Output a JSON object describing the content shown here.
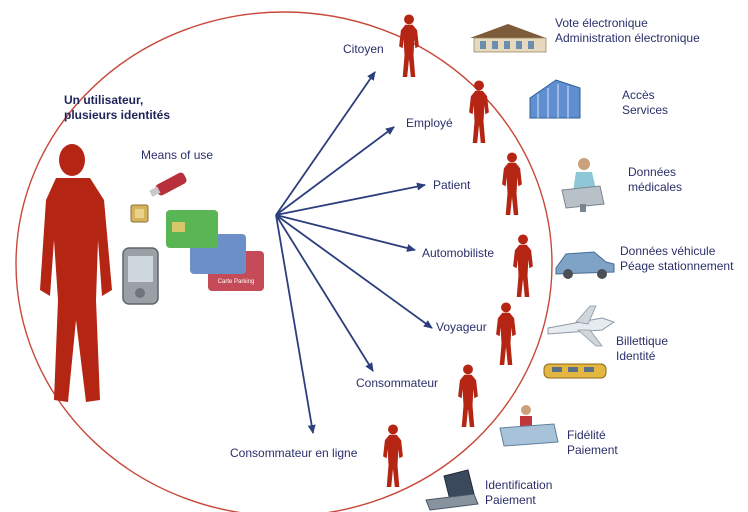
{
  "title": {
    "line1": "Un utilisateur,",
    "line2": "plusieurs identités"
  },
  "means_label": "Means of use",
  "roles": [
    {
      "name": "Citoyen"
    },
    {
      "name": "Employé"
    },
    {
      "name": "Patient"
    },
    {
      "name": "Automobiliste"
    },
    {
      "name": "Voyageur"
    },
    {
      "name": "Consommateur"
    },
    {
      "name": "Consommateur en ligne"
    }
  ],
  "services": [
    {
      "line1": "Vote électronique",
      "line2": "Administration électronique",
      "icon": "town-hall-icon"
    },
    {
      "line1": "Accès",
      "line2": "Services",
      "icon": "office-building-icon"
    },
    {
      "line1": "Données",
      "line2": "médicales",
      "icon": "medical-chair-icon"
    },
    {
      "line1": "Données véhicule",
      "line2": "Péage stationnement",
      "icon": "car-icon"
    },
    {
      "line1": "Billettique",
      "line2": "Identité",
      "icon": "airplane-train-icon"
    },
    {
      "line1": "Fidélité",
      "line2": "Paiement",
      "icon": "shopping-counter-icon"
    },
    {
      "line1": "Identification",
      "line2": "Paiement",
      "icon": "laptop-icon"
    }
  ],
  "card_texts": {
    "card_red": "Carte Parking"
  },
  "colors": {
    "person": "#b52514",
    "arrow": "#2c3f7d",
    "circle": "#c8483a",
    "text": "#2a2f6a"
  }
}
